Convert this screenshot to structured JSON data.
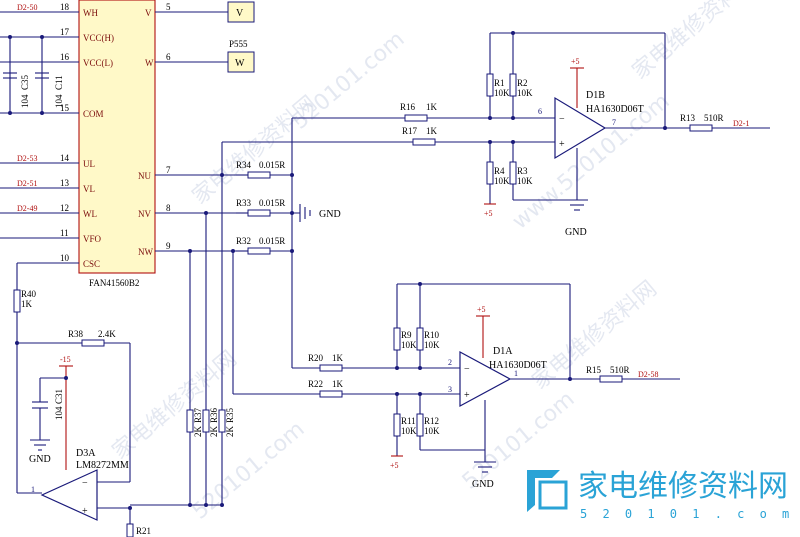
{
  "chip": {
    "part": "FAN41560B2",
    "left_pins": [
      {
        "num": "18",
        "name": "WH",
        "net": "D2-50"
      },
      {
        "num": "17",
        "name": "VCC(H)",
        "net": ""
      },
      {
        "num": "16",
        "name": "VCC(L)",
        "net": ""
      },
      {
        "num": "15",
        "name": "COM",
        "net": ""
      },
      {
        "num": "14",
        "name": "UL",
        "net": "D2-53"
      },
      {
        "num": "13",
        "name": "VL",
        "net": "D2-51"
      },
      {
        "num": "12",
        "name": "WL",
        "net": "D2-49"
      },
      {
        "num": "11",
        "name": "VFO",
        "net": ""
      },
      {
        "num": "10",
        "name": "CSC",
        "net": ""
      }
    ],
    "right_pins": [
      {
        "num": "5",
        "name": "V"
      },
      {
        "num": "6",
        "name": "W"
      },
      {
        "num": "7",
        "name": "NU"
      },
      {
        "num": "8",
        "name": "NV"
      },
      {
        "num": "9",
        "name": "NW"
      }
    ]
  },
  "connectors": {
    "v_box": "V",
    "w_box": "W",
    "w_ref": "P555"
  },
  "caps": {
    "c35": {
      "ref": "C35",
      "val": "104"
    },
    "c11": {
      "ref": "C11",
      "val": "104"
    },
    "c31": {
      "ref": "C31",
      "val": "104"
    }
  },
  "shunts": [
    {
      "ref": "R34",
      "val": "0.015R"
    },
    {
      "ref": "R33",
      "val": "0.015R"
    },
    {
      "ref": "R32",
      "val": "0.015R"
    }
  ],
  "gnd_label": "GND",
  "opamp_b": {
    "ref": "D1B",
    "part": "HA1630D06T",
    "supply": "+5",
    "pin_out": "7",
    "pin_in": "6",
    "r_in1": {
      "ref": "R16",
      "val": "1K"
    },
    "r_in2": {
      "ref": "R17",
      "val": "1K"
    },
    "r1": {
      "ref": "R1",
      "val": "10K"
    },
    "r2": {
      "ref": "R2",
      "val": "10K"
    },
    "r3": {
      "ref": "R3",
      "val": "10K"
    },
    "r4": {
      "ref": "R4",
      "val": "10K"
    },
    "r_out": {
      "ref": "R13",
      "val": "510R"
    },
    "net_out": "D2-1",
    "ref_supply": "+5"
  },
  "opamp_a": {
    "ref": "D1A",
    "part": "HA1630D06T",
    "supply": "+5",
    "pin_out": "1",
    "pin_neg": "2",
    "pin_pos": "3",
    "r_in1": {
      "ref": "R20",
      "val": "1K"
    },
    "r_in2": {
      "ref": "R22",
      "val": "1K"
    },
    "r9": {
      "ref": "R9",
      "val": "10K"
    },
    "r10": {
      "ref": "R10",
      "val": "10K"
    },
    "r11": {
      "ref": "R11",
      "val": "10K"
    },
    "r12": {
      "ref": "R12",
      "val": "10K"
    },
    "r_out": {
      "ref": "R15",
      "val": "510R"
    },
    "net_out": "D2-58",
    "ref_supply": "+5"
  },
  "opamp_c": {
    "ref": "D3A",
    "part": "LM8272MM",
    "supply": "-15",
    "pin": "1",
    "r38": {
      "ref": "R38",
      "val": "2.4K"
    },
    "r40": {
      "ref": "R40",
      "val": "1K"
    },
    "r21": {
      "ref": "R21"
    }
  },
  "bottom_res": [
    {
      "ref": "R37",
      "val": "2K"
    },
    {
      "ref": "R36",
      "val": "2K"
    },
    {
      "ref": "R35",
      "val": "2K"
    }
  ],
  "watermark": {
    "site": "520101.com",
    "brand": "家电维修资料网",
    "url": "www.520101.com",
    "logo_text": "家电维修资料网",
    "logo_url": "5 2 0 1 0 1 . c o m"
  }
}
